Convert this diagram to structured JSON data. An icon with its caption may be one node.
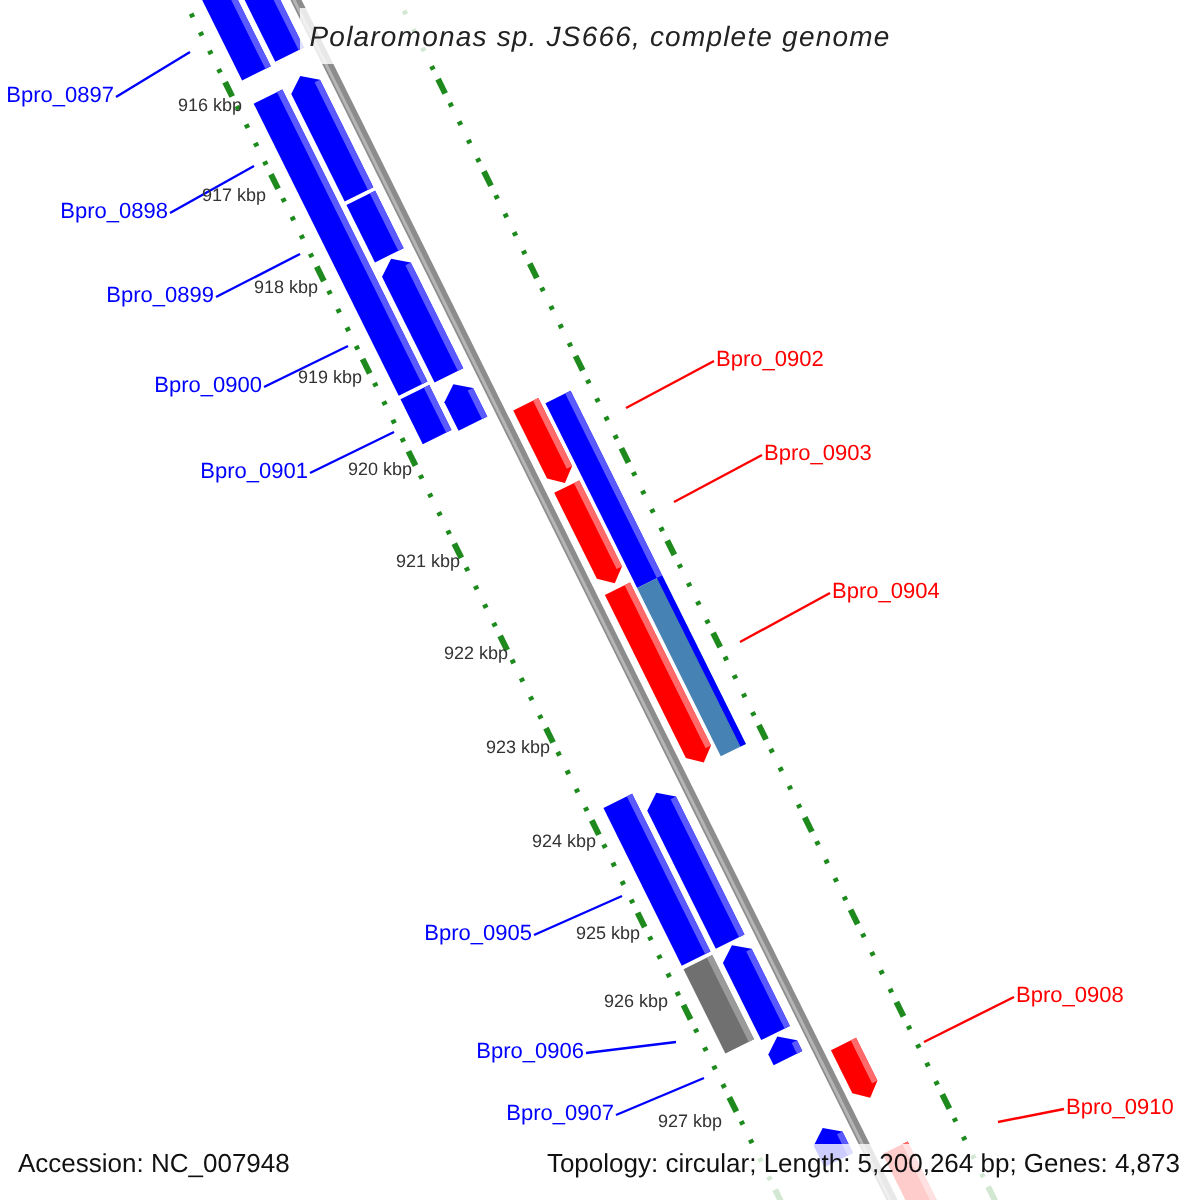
{
  "diagram": {
    "title": "Polaromonas sp. JS666, complete genome",
    "nodes": [
      {
        "text": [
          "Bpro_0897"
        ]
      },
      {
        "text": [
          "Bpro_0898"
        ]
      },
      {
        "text": [
          "Bpro_0899"
        ]
      },
      {
        "text": [
          "Bpro_0902"
        ]
      },
      {
        "text": [
          "Bpro_0900"
        ]
      },
      {
        "text": [
          "Bpro_0903"
        ]
      },
      {
        "text": [
          "Bpro_0901"
        ]
      },
      {
        "text": [
          "Bpro_0904"
        ]
      },
      {
        "text": [
          "Bpro_0905"
        ]
      },
      {
        "text": [
          "Bpro_0908"
        ]
      },
      {
        "text": [
          "Bpro_0906"
        ]
      },
      {
        "text": [
          "Bpro_0910"
        ]
      },
      {
        "text": [
          "Bpro_0907"
        ]
      }
    ],
    "edges": [
      {
        "from": 0,
        "to": null,
        "arrow": "none"
      },
      {
        "from": 1,
        "to": null,
        "arrow": "none"
      },
      {
        "from": 2,
        "to": null,
        "arrow": "none"
      },
      {
        "from": 3,
        "to": null,
        "arrow": "none",
        "color": "#ff0000"
      },
      {
        "from": 4,
        "to": null,
        "arrow": "none"
      },
      {
        "from": 5,
        "to": null,
        "arrow": "none",
        "color": "#ff0000"
      },
      {
        "from": 6,
        "to": null,
        "arrow": "none"
      },
      {
        "from": 7,
        "to": null,
        "arrow": "none",
        "color": "#ff0000"
      },
      {
        "from": 8,
        "to": null,
        "arrow": "none"
      },
      {
        "from": 9,
        "to": null,
        "arrow": "none",
        "color": "#ff0000"
      },
      {
        "from": 10,
        "to": null,
        "arrow": "none"
      },
      {
        "from": 11,
        "to": null,
        "arrow": "none",
        "color": "#ff0000"
      },
      {
        "from": 12,
        "to": null,
        "arrow": "none"
      }
    ],
    "labels": [
      "916 kbp",
      "917 kbp",
      "918 kbp",
      "919 kbp",
      "920 kbp",
      "921 kbp",
      "922 kbp",
      "923 kbp",
      "924 kbp",
      "925 kbp",
      "926 kbp",
      "927 kbp",
      "Accession: NC_007948",
      "Topology: circular; Length: 5,200,264 bp; Genes: 4,873"
    ]
  }
}
